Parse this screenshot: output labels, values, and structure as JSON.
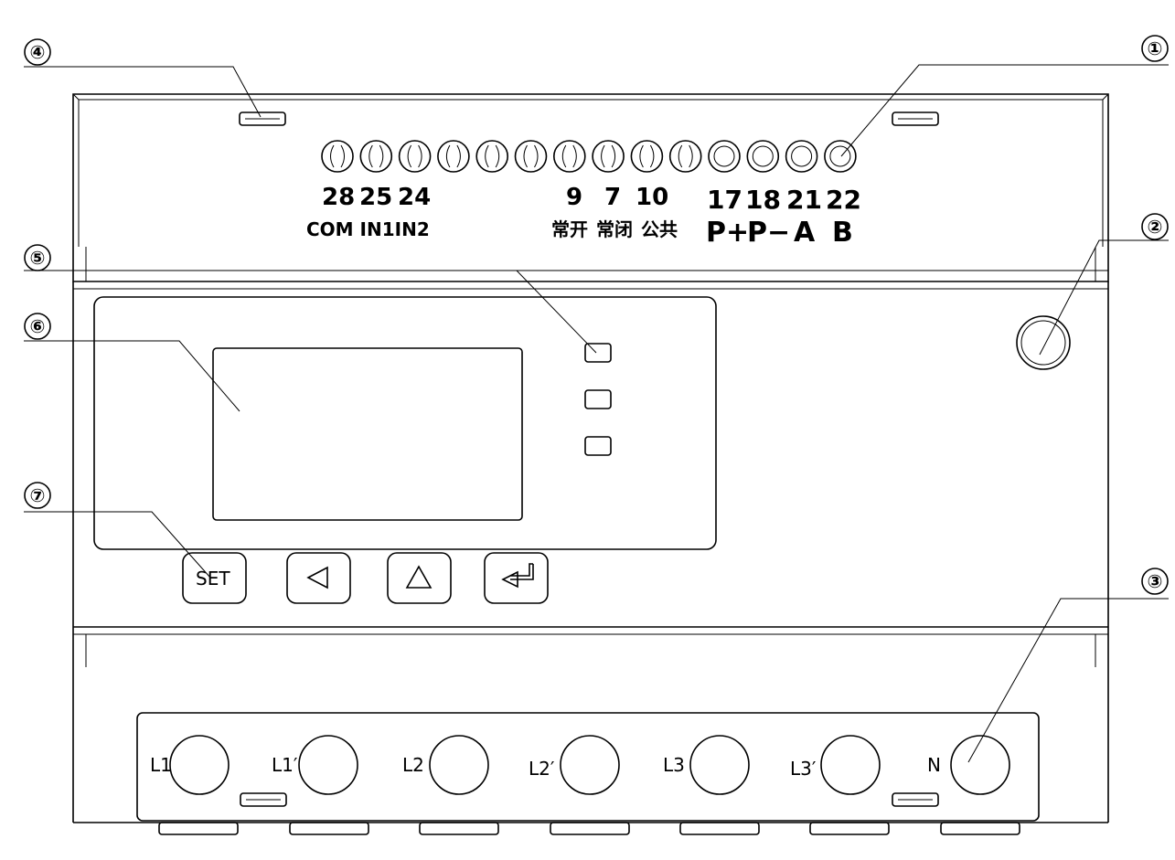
{
  "callouts": [
    "①",
    "②",
    "③",
    "④",
    "⑤",
    "⑥",
    "⑦"
  ],
  "top_terminals": {
    "count": 14,
    "numbers_left": [
      "28",
      "25",
      "24"
    ],
    "labels_left": "COM IN1IN2",
    "numbers_mid": [
      "9",
      "7",
      "10"
    ],
    "labels_mid": [
      "常开",
      "常闭",
      "公共"
    ],
    "numbers_right": [
      "17",
      "18",
      "21",
      "22"
    ],
    "labels_right": [
      "P+",
      "P−",
      "A",
      "B"
    ]
  },
  "buttons": {
    "set_label": "SET",
    "left_icon": "triangle-left-icon",
    "up_icon": "triangle-up-icon",
    "enter_icon": "enter-arrow-icon"
  },
  "bottom_terminals": [
    "L1",
    "L1′",
    "L2",
    "L2′",
    "L3",
    "L3′",
    "N"
  ],
  "indicator_leds": 3
}
